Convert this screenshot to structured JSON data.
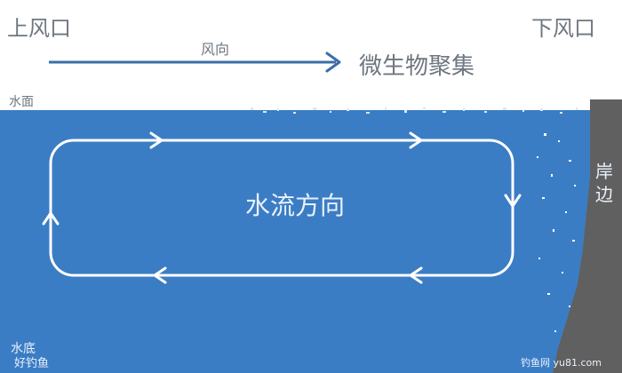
{
  "labels": {
    "upwind": "上风口",
    "downwind": "下风口",
    "wind_direction": "风向",
    "microbe_gathering": "微生物聚集",
    "water_surface": "水面",
    "current_direction": "水流方向",
    "shore": "岸边",
    "water_bottom": "水底"
  },
  "watermarks": {
    "left": "好钓鱼",
    "right": "钓鱼网 yu81.com"
  },
  "colors": {
    "water": "#3b7dc4",
    "sky": "#ffffff",
    "arrow": "#3a6ea8",
    "shore": "#606060",
    "label_gray": "#6e7680",
    "loop": "#ffffff"
  }
}
